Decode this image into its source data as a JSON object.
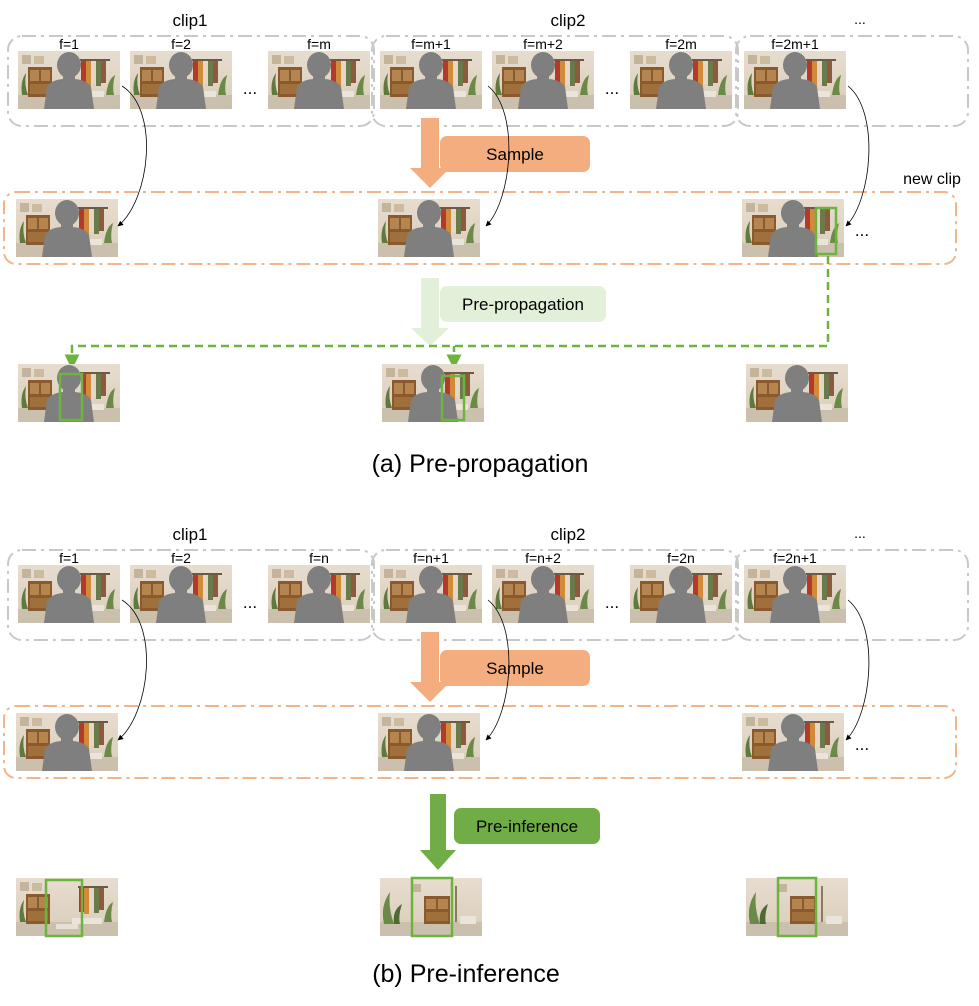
{
  "panel_a": {
    "caption": "(a) Pre-propagation",
    "clip_labels": [
      "clip1",
      "clip2",
      "..."
    ],
    "frame_labels": [
      "f=1",
      "f=2",
      "f=m",
      "f=m+1",
      "f=m+2",
      "f=2m",
      "f=2m+1"
    ],
    "ellipsis": "...",
    "sample_label": "Sample",
    "new_clip_label": "new clip",
    "step_label": "Pre-propagation"
  },
  "panel_b": {
    "caption": "(b) Pre-inference",
    "clip_labels": [
      "clip1",
      "clip2",
      "..."
    ],
    "frame_labels": [
      "f=1",
      "f=2",
      "f=n",
      "f=n+1",
      "f=n+2",
      "f=2n",
      "f=2n+1"
    ],
    "ellipsis": "...",
    "sample_label": "Sample",
    "step_label": "Pre-inference"
  },
  "colors": {
    "clip_border": "#c8c8c8",
    "sample_orange": "#f4ad7e",
    "new_clip_border": "#f2b489",
    "pre_propagation_light_green": "#e2efd9",
    "pre_inference_green": "#70ad47",
    "box_green": "#6db33f",
    "silhouette": "#7f7f7f"
  }
}
